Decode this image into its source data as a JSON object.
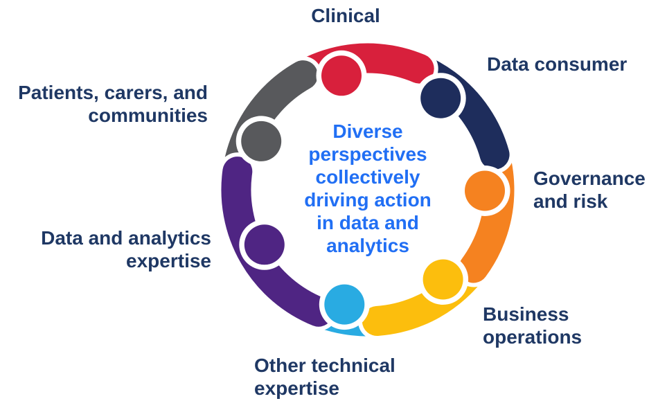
{
  "diagram": {
    "center_text": "Diverse\nperspectives\ncollectively\ndriving action\nin data and\nanalytics",
    "center_text_color": "#216FF4",
    "label_color": "#1F3864",
    "background_color": "#FFFFFF",
    "segments": [
      {
        "id": "other-technical-expertise",
        "label": "Other technical\nexpertise",
        "color": "#29ABE2",
        "angle": 191.5
      },
      {
        "id": "business-operations",
        "label": "Business\noperations",
        "color": "#FCBE0D",
        "angle": 140
      },
      {
        "id": "governance-and-risk",
        "label": "Governance\nand risk",
        "color": "#F58220",
        "angle": 90.5
      },
      {
        "id": "data-consumer",
        "label": "Data consumer",
        "color": "#1E2D5C",
        "angle": 38.5
      },
      {
        "id": "clinical",
        "label": "Clinical",
        "color": "#D8203C",
        "angle": -13
      },
      {
        "id": "patients-carers-and-communities",
        "label": "Patients, carers, and\ncommunities",
        "color": "#58595C",
        "angle": 294.5
      },
      {
        "id": "data-and-analytics-expertise",
        "label": "Data and analytics\nexpertise",
        "color": "#4F2583",
        "angle": 242
      }
    ]
  }
}
